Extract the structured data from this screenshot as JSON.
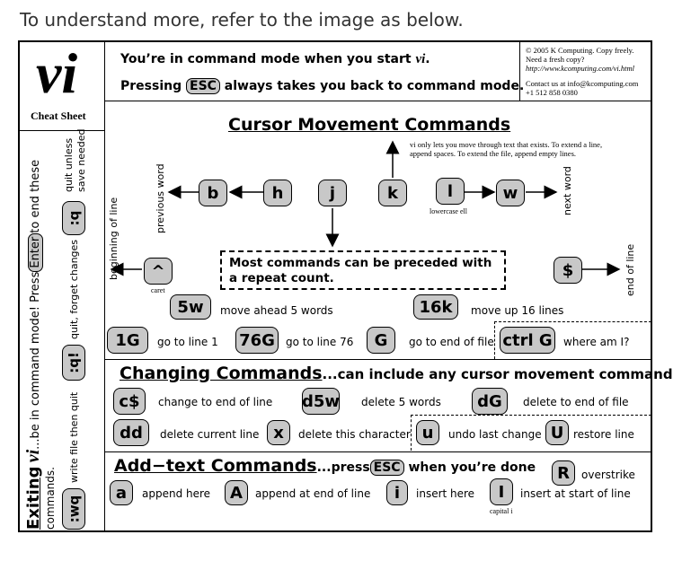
{
  "intro": "To understand more, refer to the image as below.",
  "logo": {
    "title": "vi",
    "subtitle": "Cheat Sheet"
  },
  "header": {
    "line1_pre": "You’re in command mode when you start ",
    "line1_vi": "vi",
    "line1_post": ".",
    "line2_pre": "Pressing",
    "line2_key": "ESC",
    "line2_post": "always takes you back to command mode."
  },
  "copyright": {
    "line1": "© 2005 K Computing.  Copy freely.",
    "line2": "Need a fresh copy?",
    "line3": "http://www.kcomputing.com/vi.html",
    "line4": "Contact us at info@kcomputing.com",
    "line5": "+1 512 858 0380"
  },
  "sidebar": {
    "exiting_title": "Exiting",
    "exiting_vi": "vi",
    "exiting_rest": "...be in command mode!  Press",
    "exiting_key": "Enter",
    "exiting_end": "to end these",
    "commands_word": "commands.",
    "wq_key": ":wq",
    "wq_label": "write file then quit",
    "qbang_key": ":q!",
    "qbang_label": "quit, forget changes",
    "q_key": ":q",
    "q_label1": "quit unless",
    "q_label2": "save needed"
  },
  "cursor": {
    "title": "Cursor Movement Commands",
    "note": "vi only lets you move through text that exists.  To extend a line, append spaces.  To extend the file, append empty lines.",
    "keys": {
      "b": "b",
      "h": "h",
      "j": "j",
      "k": "k",
      "l": "l",
      "w": "w",
      "caret": "^",
      "dollar": "$"
    },
    "labels": {
      "previous_word": "previous word",
      "beginning_of_line": "beginning of line",
      "next_word": "next word",
      "end_of_line": "end of line",
      "lowercase_ell": "lowercase ell",
      "caret": "caret"
    },
    "repeat_note": "Most commands can be preceded with a repeat count.",
    "examples": [
      {
        "key": "5w",
        "label": "move ahead 5 words"
      },
      {
        "key": "16k",
        "label": "move up 16 lines"
      }
    ],
    "goto": [
      {
        "key": "1G",
        "label": "go to line 1"
      },
      {
        "key": "76G",
        "label": "go to line 76"
      },
      {
        "key": "G",
        "label": "go to end of file"
      },
      {
        "key": "ctrl G",
        "label": "where am I?"
      }
    ]
  },
  "changing": {
    "title": "Changing Commands",
    "subtitle": "...can include any cursor movement command",
    "row1": [
      {
        "key": "c$",
        "label": "change to end of line"
      },
      {
        "key": "d5w",
        "label": "delete 5 words"
      },
      {
        "key": "dG",
        "label": "delete to end of file"
      }
    ],
    "row2": [
      {
        "key": "dd",
        "label": "delete current line"
      },
      {
        "key": "x",
        "label": "delete this character"
      },
      {
        "key": "u",
        "label": "undo last change"
      },
      {
        "key": "U",
        "label": "restore line"
      }
    ]
  },
  "addtext": {
    "title": "Add−text Commands",
    "sub_pre": "...press",
    "sub_key": "ESC",
    "sub_post": "when you’re done",
    "overstrike_key": "R",
    "overstrike_label": "overstrike",
    "row": [
      {
        "key": "a",
        "label": "append here"
      },
      {
        "key": "A",
        "label": "append at end of line"
      },
      {
        "key": "i",
        "label": "insert here"
      },
      {
        "key": "I",
        "label": "insert at start of line"
      }
    ],
    "capital_i": "capital i"
  }
}
